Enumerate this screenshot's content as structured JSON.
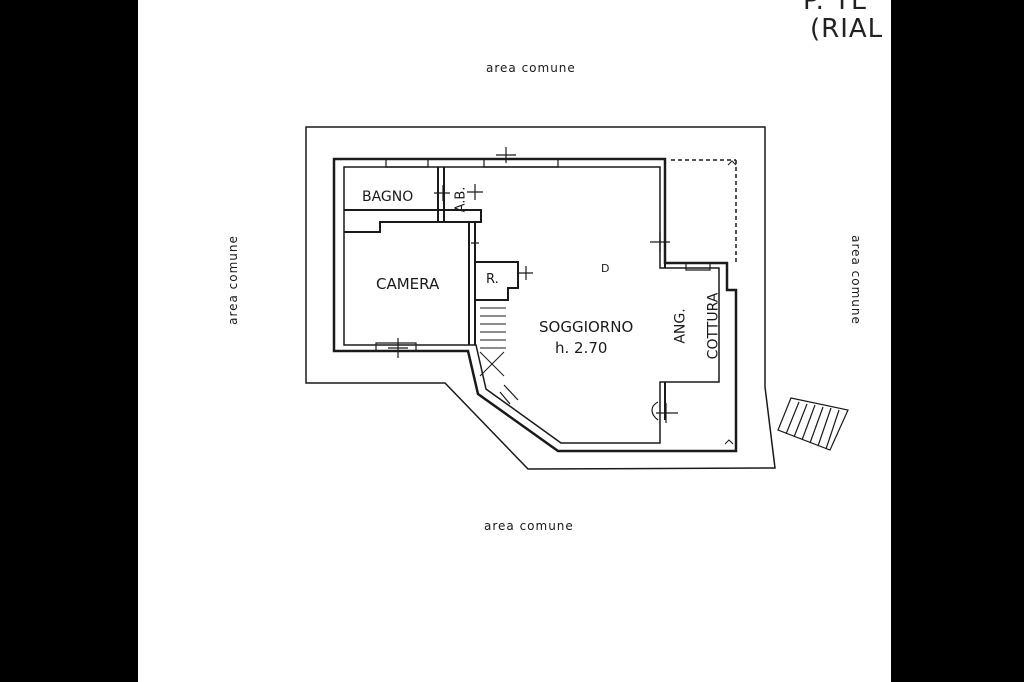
{
  "header": {
    "line1": "P. TE",
    "line2": "(RIAL"
  },
  "areas": {
    "top": "area comune",
    "bottom": "area comune",
    "left": "area comune",
    "right": "area comune"
  },
  "rooms": {
    "bagno": "BAGNO",
    "ab": "A.B.",
    "camera": "CAMERA",
    "r": "R.",
    "soggiorno": "SOGGIORNO",
    "height": "h. 2.70",
    "ang": "ANG.",
    "cottura": "COTTURA",
    "d": "D"
  },
  "colors": {
    "ink": "#1a1a1a",
    "paper": "#ffffff",
    "background": "#000000"
  }
}
